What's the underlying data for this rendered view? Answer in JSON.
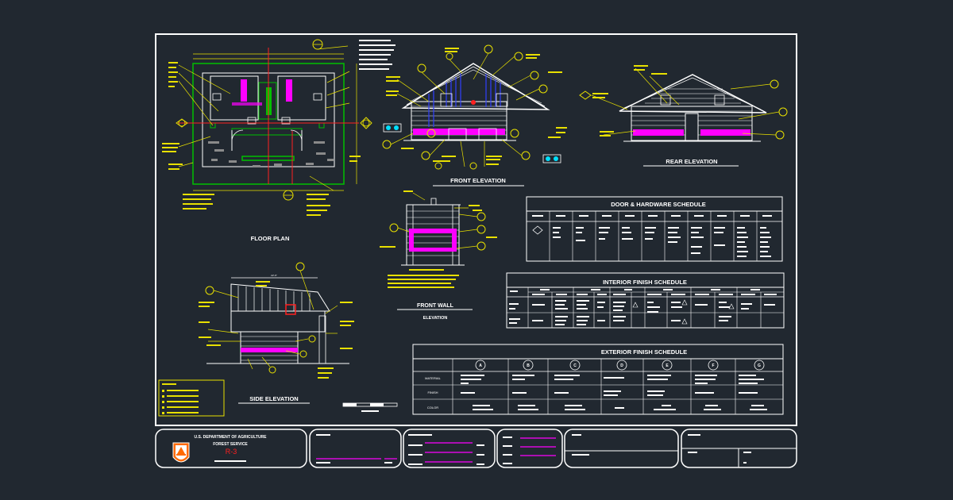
{
  "drawing": {
    "views": {
      "floor_plan": "FLOOR PLAN",
      "front_elevation": "FRONT ELEVATION",
      "rear_elevation": "REAR ELEVATION",
      "front_wall": "FRONT WALL",
      "front_wall_sub": "ELEVATION",
      "side_elevation": "SIDE ELEVATION"
    },
    "dimension": "22'-6\"",
    "schedules": {
      "door_title": "DOOR & HARDWARE SCHEDULE",
      "interior_title": "INTERIOR FINISH SCHEDULE",
      "exterior_title": "EXTERIOR FINISH SCHEDULE",
      "exterior_keys": [
        "A",
        "B",
        "C",
        "D",
        "E",
        "F",
        "G"
      ],
      "exterior_rows": [
        "MATERIAL",
        "FINISH",
        "COLOR"
      ]
    },
    "title_block": {
      "agency_line1": "U.S. DEPARTMENT OF AGRICULTURE",
      "agency_line2": "FOREST SERVICE",
      "region": "R-3"
    }
  },
  "colors": {
    "background": "#212830",
    "line": "#ffffff",
    "annotation": "#e8e000",
    "magenta": "#ff00ff",
    "green": "#00c000",
    "red": "#ff2020",
    "cyan": "#00e0ff"
  }
}
